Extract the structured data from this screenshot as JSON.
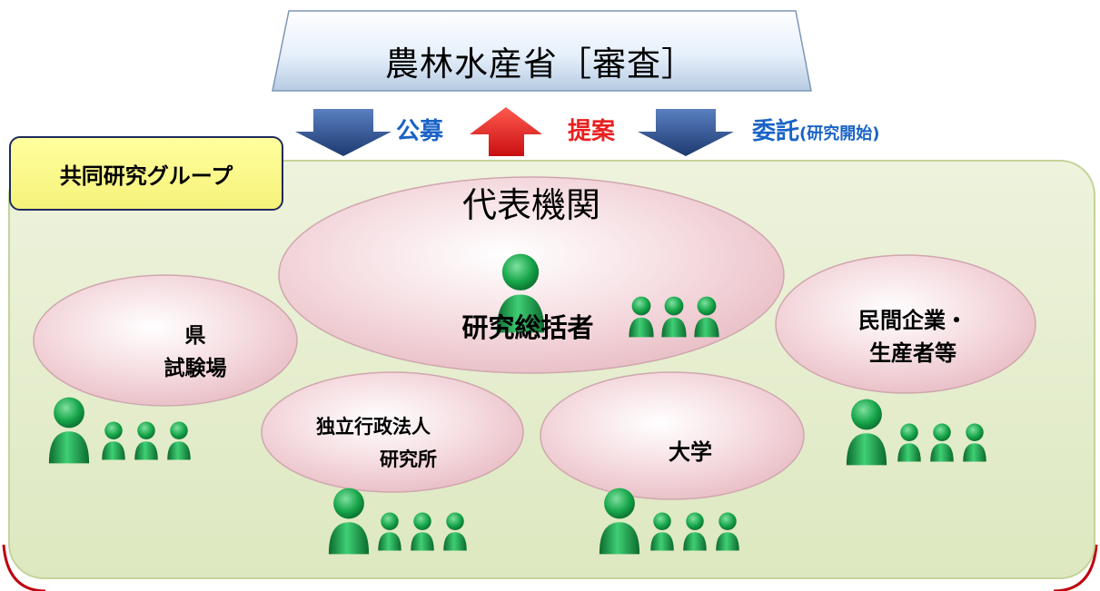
{
  "header": {
    "title": "農林水産省［審査］"
  },
  "flows": {
    "public_call": "公募",
    "proposal": "提案",
    "commission": "委託",
    "commission_note": "(研究開始)"
  },
  "group": {
    "label": "共同研究グループ"
  },
  "nodes": {
    "representative": {
      "title": "代表機関",
      "leader": "研究総括者"
    },
    "prefecture": {
      "line1": "県",
      "line2": "試験場"
    },
    "institute": {
      "line1": "独立行政法人",
      "line2": "研究所"
    },
    "university": {
      "label": "大学"
    },
    "private": {
      "line1": "民間企業・",
      "line2": "生産者等"
    }
  },
  "colors": {
    "group_fill": "#e3ecc9",
    "group_border": "#c3d39a",
    "ellipse_fill": "#f3d7dc",
    "person_green": "#0e8a3c",
    "arrow_blue": "#2d4f8b",
    "arrow_red": "#e8201f",
    "label_blue": "#1a63c6",
    "label_red": "#e8201f",
    "outer_border": "#c0000f"
  }
}
